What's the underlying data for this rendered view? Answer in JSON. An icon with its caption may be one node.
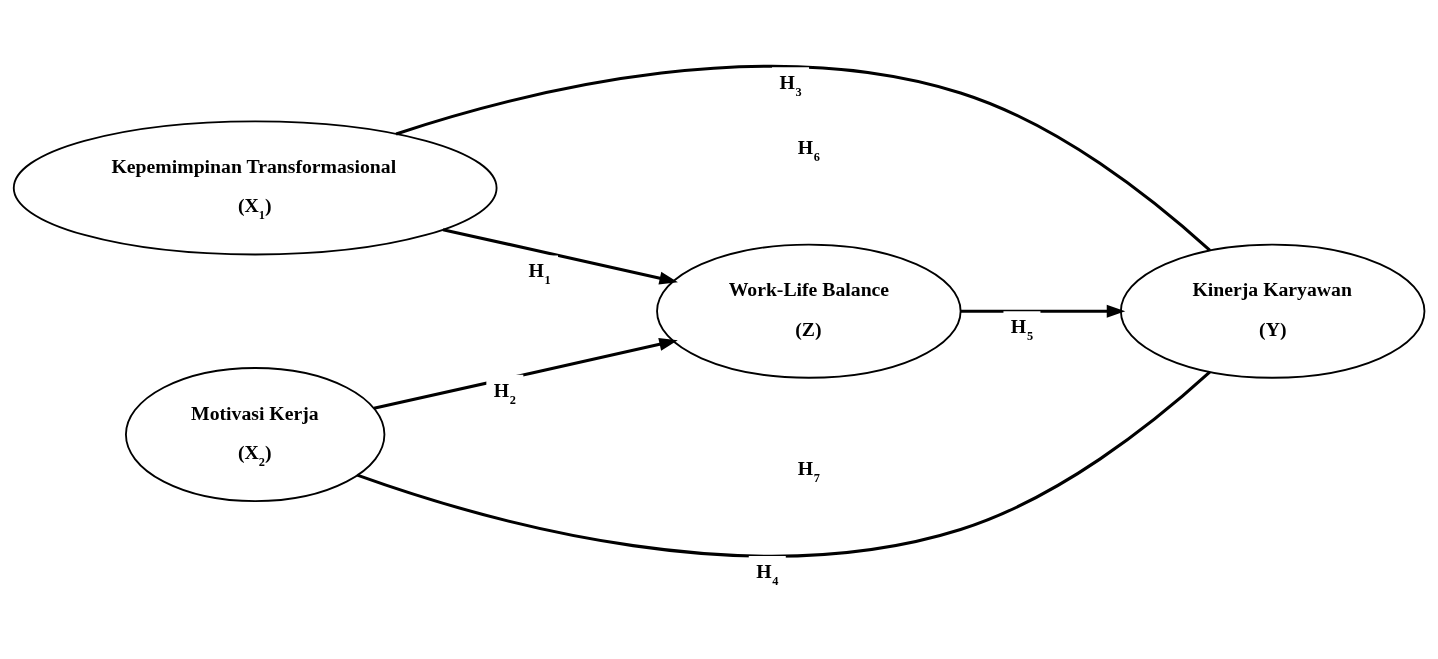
{
  "diagram": {
    "nodes": [
      {
        "text": [
          "Kepemimpinan Transformasional",
          "(X$_{1}$)"
        ]
      },
      {
        "text": [
          "Motivasi Kerja",
          "(X$_{2}$)"
        ]
      },
      {
        "text": [
          "Work-Life Balance",
          "(Z)"
        ]
      },
      {
        "text": [
          "Kinerja Karyawan",
          "(Y)"
        ]
      }
    ],
    "edges": [
      {
        "from": 0,
        "to": 2,
        "arrow": "to",
        "label": "H$_{1}$"
      },
      {
        "from": 1,
        "to": 2,
        "arrow": "to",
        "label": "H$_{2}$"
      },
      {
        "from": 0,
        "to": 3,
        "arrow": "none",
        "label": "H$_{3}$"
      },
      {
        "from": 1,
        "to": 3,
        "arrow": "none",
        "label": "H$_{4}$"
      },
      {
        "from": 2,
        "to": 3,
        "arrow": "to",
        "label": "H$_{5}$"
      }
    ],
    "labels": [
      "H$_{6}$",
      "H$_{7}$"
    ]
  }
}
